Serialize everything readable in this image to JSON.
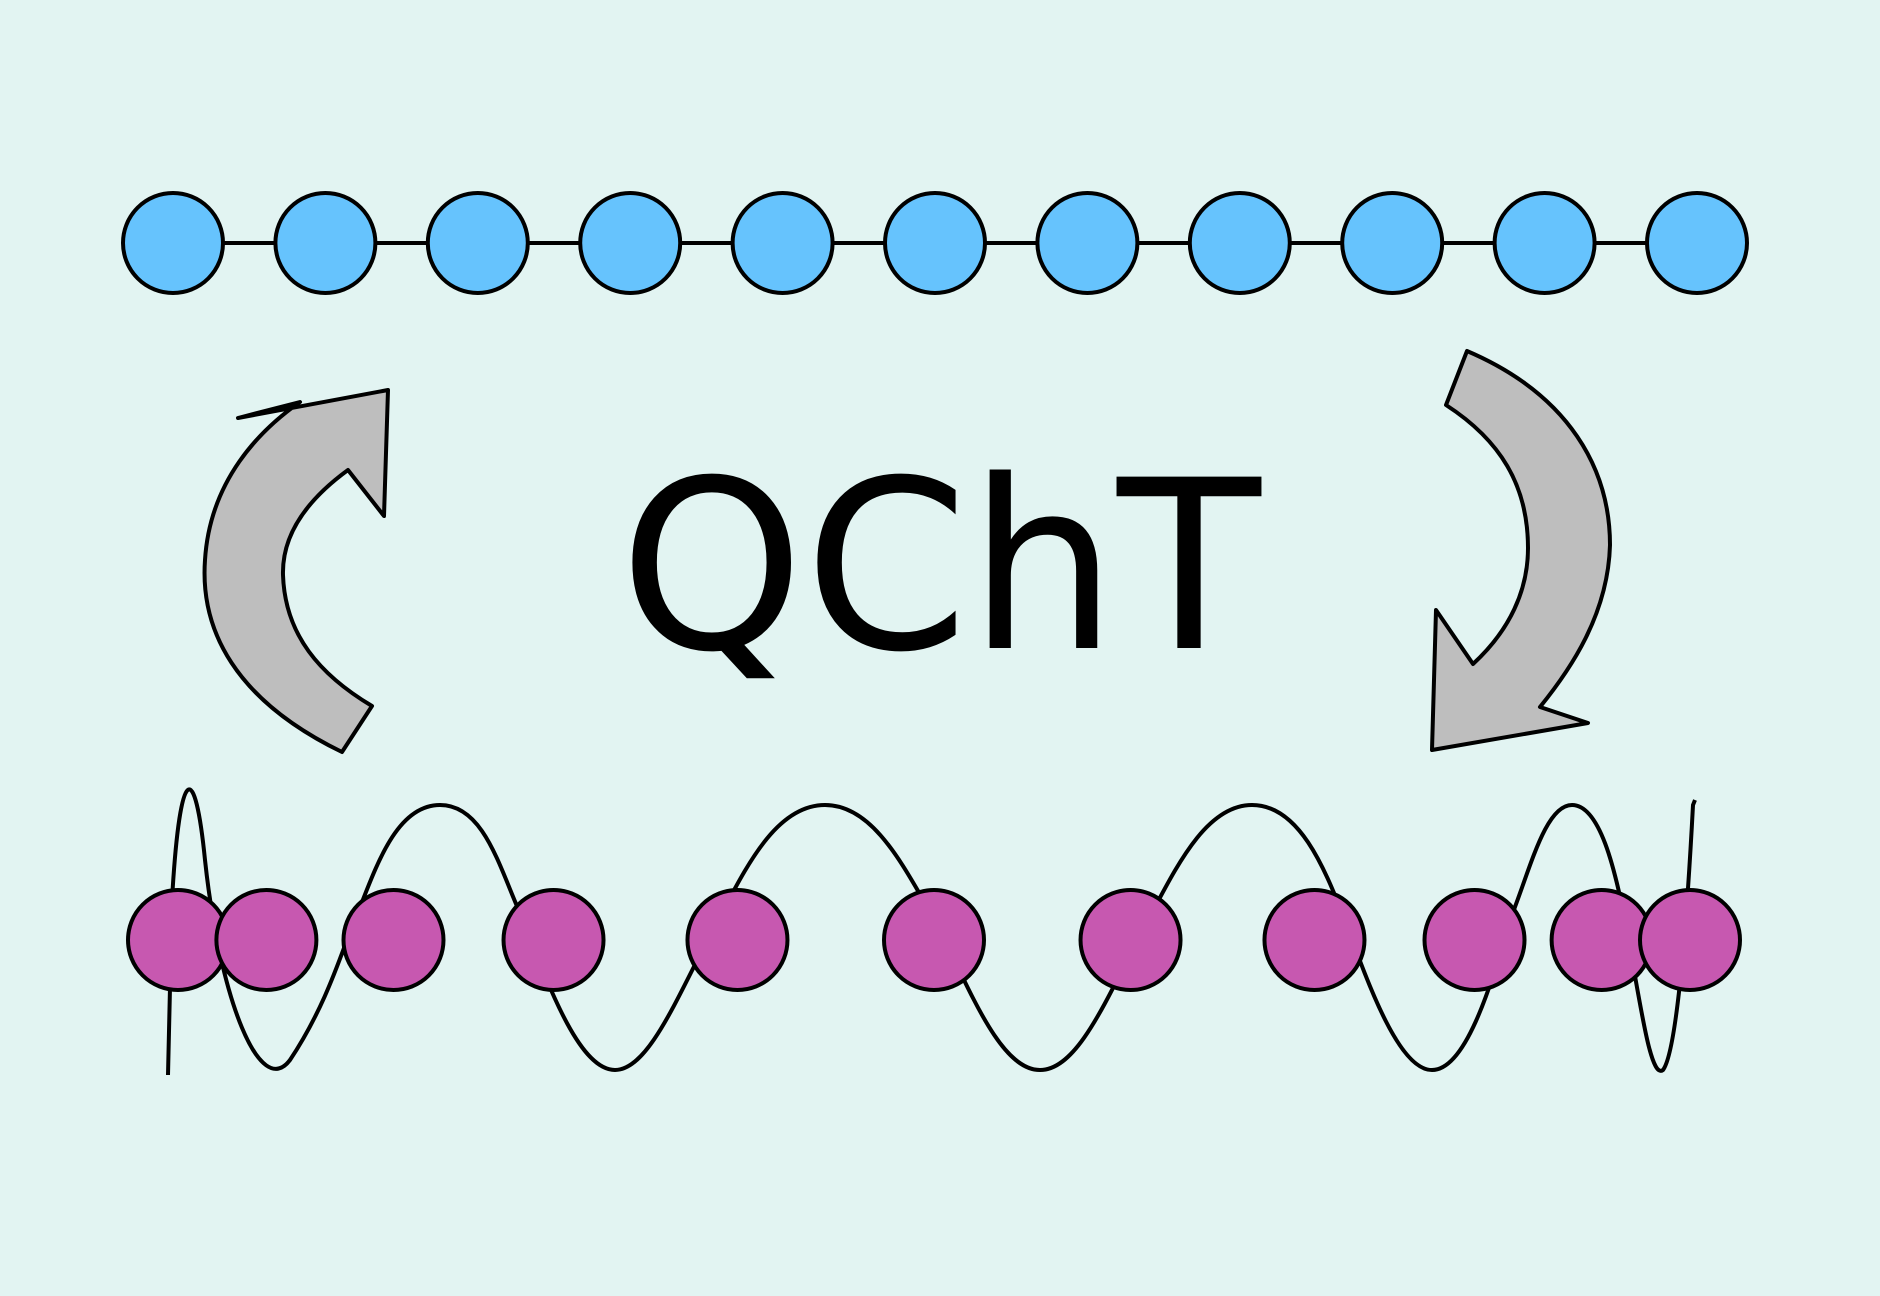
{
  "title": "QChT",
  "colors": {
    "background": "#e2f4f2",
    "top_chain_node": "#66c3fd",
    "bottom_chain_node": "#c758b0",
    "arrow_fill": "#bebebe",
    "stroke": "#000000"
  },
  "top_chain": {
    "node_count": 11
  },
  "bottom_chain": {
    "node_count": 11
  },
  "arrows": [
    {
      "name": "left-curved-arrow",
      "direction": "up"
    },
    {
      "name": "right-curved-arrow",
      "direction": "down"
    }
  ]
}
